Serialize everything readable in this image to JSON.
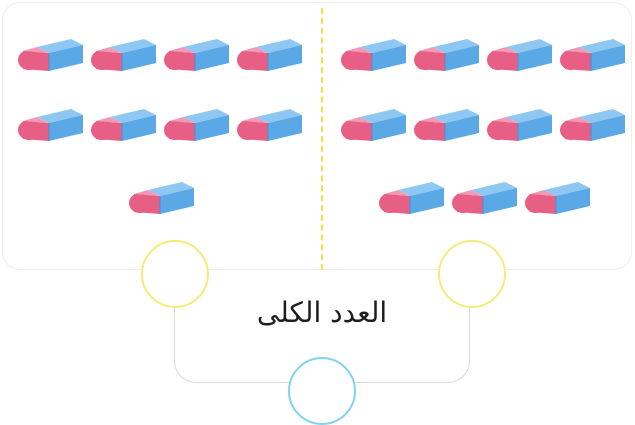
{
  "total_label": "العدد الكلى",
  "groups": {
    "left": {
      "eraser_count": 9
    },
    "right": {
      "eraser_count": 11
    }
  },
  "colors": {
    "eraser_body": "#5aa8e6",
    "eraser_tip": "#e85f86",
    "divider": "#f2e33c",
    "circle_top": "#f2ec7a",
    "circle_bottom": "#7fd3ee"
  }
}
